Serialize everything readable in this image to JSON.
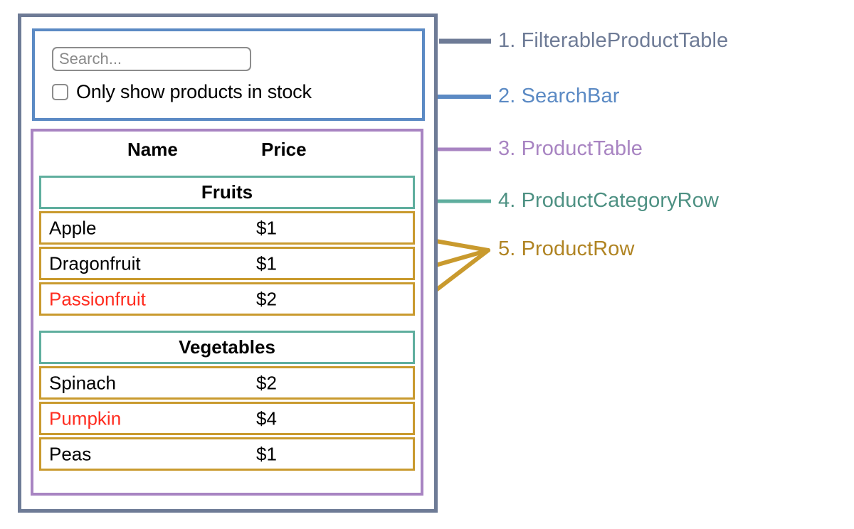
{
  "colors": {
    "outer": "#6E7B96",
    "searchbar": "#5B8AC4",
    "producttable": "#A884C2",
    "categoryrow": "#5FAE9E",
    "productrow": "#C99A2E",
    "out_of_stock_text": "#FF2C1F",
    "text": "#000000",
    "placeholder": "#8a8a8a"
  },
  "searchbar": {
    "input_value": "",
    "input_placeholder": "Search...",
    "checkbox_label": "Only show products in stock",
    "checkbox_checked": false
  },
  "producttable": {
    "headers": {
      "name": "Name",
      "price": "Price"
    },
    "groups": [
      {
        "category": "Fruits",
        "products": [
          {
            "name": "Apple",
            "price": "$1",
            "stocked": true
          },
          {
            "name": "Dragonfruit",
            "price": "$1",
            "stocked": true
          },
          {
            "name": "Passionfruit",
            "price": "$2",
            "stocked": false
          }
        ]
      },
      {
        "category": "Vegetables",
        "products": [
          {
            "name": "Spinach",
            "price": "$2",
            "stocked": true
          },
          {
            "name": "Pumpkin",
            "price": "$4",
            "stocked": false
          },
          {
            "name": "Peas",
            "price": "$1",
            "stocked": true
          }
        ]
      }
    ]
  },
  "legend": [
    {
      "num": "1.",
      "name": "FilterableProductTable",
      "color": "#6E7B96"
    },
    {
      "num": "2.",
      "name": "SearchBar",
      "color": "#5B8AC4"
    },
    {
      "num": "3.",
      "name": "ProductTable",
      "color": "#A884C2"
    },
    {
      "num": "4.",
      "name": "ProductCategoryRow",
      "color": "#4E9183"
    },
    {
      "num": "5.",
      "name": "ProductRow",
      "color": "#B08423"
    }
  ]
}
